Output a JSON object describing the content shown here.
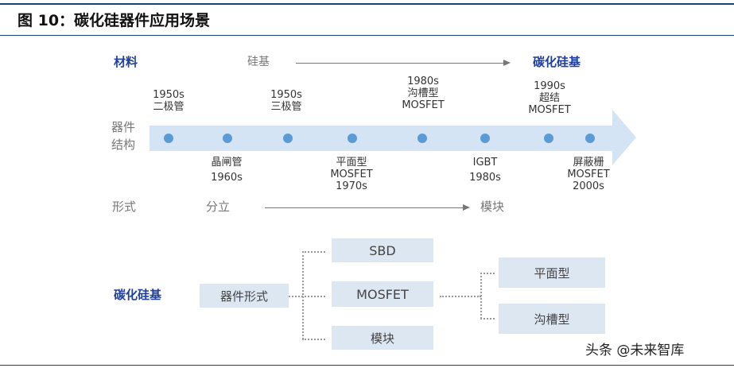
{
  "figure": {
    "title": "图 10：碳化硅器件应用场景"
  },
  "timeline": {
    "material_label": "材料",
    "substrate_si": "硅基",
    "substrate_sic": "碳化硅基",
    "structure_label_line1": "器件",
    "structure_label_line2": "结构",
    "form_label": "形式",
    "form_discrete": "分立",
    "form_module": "模块",
    "upper_events": [
      {
        "line1": "1950s",
        "line2": "二极管"
      },
      {
        "line1": "1950s",
        "line2": "三极管"
      },
      {
        "line1": "1980s",
        "line2": "沟槽型",
        "line3": "MOSFET"
      },
      {
        "line1": "1990s",
        "line2": "超结",
        "line3": "MOSFET"
      }
    ],
    "lower_events": [
      {
        "line1": "晶闸管",
        "line2": "1960s"
      },
      {
        "line1": "平面型",
        "line2": "MOSFET",
        "line3": "1970s"
      },
      {
        "line1": "IGBT",
        "line2": "1980s"
      },
      {
        "line1": "屏蔽栅",
        "line2": "MOSFET",
        "line3": "2000s"
      }
    ],
    "arrow_color": "#d4e4f5",
    "dot_color": "#5b9bd5"
  },
  "tree": {
    "root_label": "碳化硅基",
    "form_box": "器件形式",
    "branches": [
      "SBD",
      "MOSFET",
      "模块"
    ],
    "mosfet_types": [
      "平面型",
      "沟槽型"
    ],
    "box_color": "#dde7f2"
  },
  "watermark": "头条 @未来智库"
}
